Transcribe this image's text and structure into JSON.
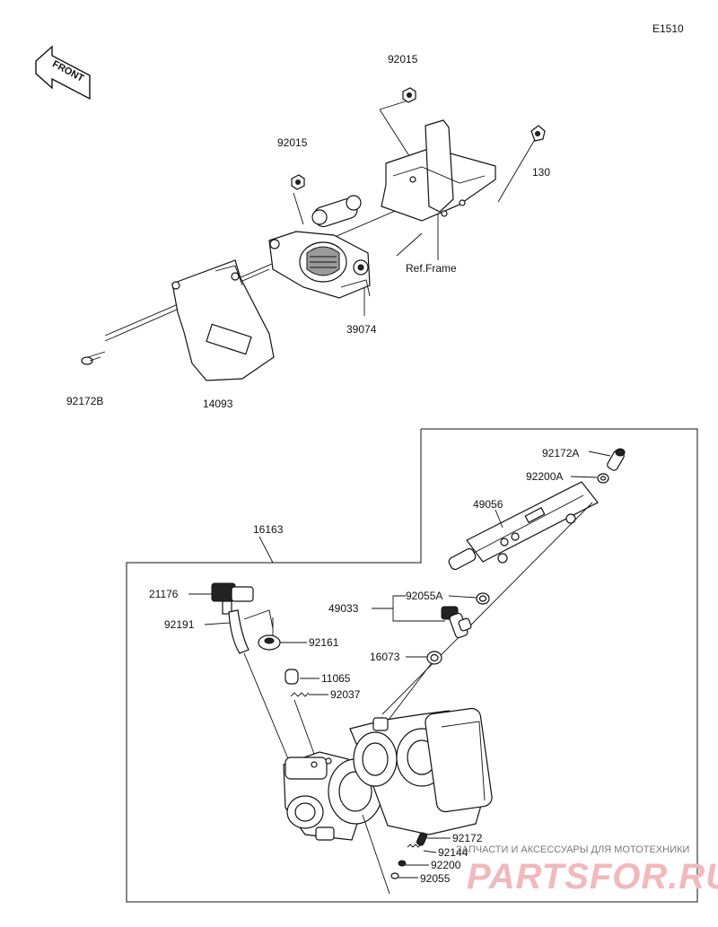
{
  "diagram_code": "E1510",
  "front_badge": "FRONT",
  "labels": {
    "p92015_top": "92015",
    "p92015_mid": "92015",
    "p130": "130",
    "p_ref_frame": "Ref.Frame",
    "p39074": "39074",
    "p92172B": "92172B",
    "p14093": "14093",
    "p16163": "16163",
    "p92172A": "92172A",
    "p92200A": "92200A",
    "p49056": "49056",
    "p21176": "21176",
    "p92191": "92191",
    "p92161": "92161",
    "p49033": "49033",
    "p92055A": "92055A",
    "p16073": "16073",
    "p11065": "11065",
    "p92037": "92037",
    "p92172": "92172",
    "p92144": "92144",
    "p92200": "92200",
    "p92055": "92055"
  },
  "watermark": {
    "tagline": "ЗАПЧАСТИ И АКСЕССУАРЫ ДЛЯ МОТОТЕХНИКИ",
    "logo": "PARTSFOR.RU"
  }
}
